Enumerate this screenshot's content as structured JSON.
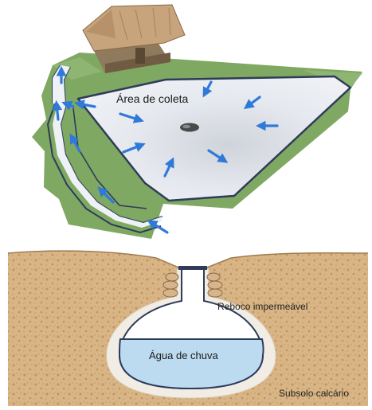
{
  "labels": {
    "collection_area": "Área de coleta",
    "plaster": "Reboco impermeável",
    "rain_water": "Água de chuva",
    "subsoil": "Subsolo calcário"
  },
  "colors": {
    "grass": "#7fa863",
    "collection_surface": "#e4e8ef",
    "channel": "#2e3c59",
    "arrow": "#2f7ad8",
    "soil": "#d9b585",
    "soil_dots": "#b38b5a",
    "cistern_wall": "#f1ede5",
    "water": "#bcdaf0",
    "hut_roof": "#c7a47c",
    "hut_wall": "#8f7a5e"
  },
  "icons": {
    "flow": "flow-arrow-icon",
    "drain": "drain-icon",
    "hut": "hut-icon"
  }
}
